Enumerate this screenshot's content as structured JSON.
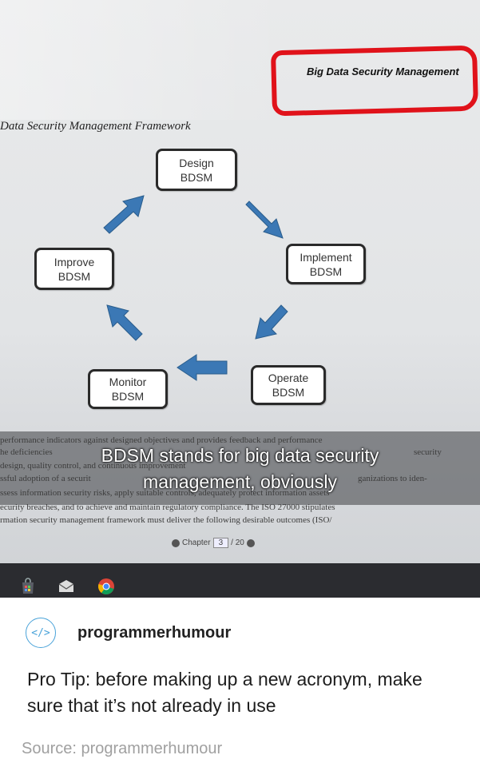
{
  "photo": {
    "header_label": "Big Data Security Management",
    "framework_title": "Data Security Management Framework",
    "nodes": {
      "design": [
        "Design",
        "BDSM"
      ],
      "implement": [
        "Implement",
        "BDSM"
      ],
      "operate": [
        "Operate",
        "BDSM"
      ],
      "monitor": [
        "Monitor",
        "BDSM"
      ],
      "improve": [
        "Improve",
        "BDSM"
      ]
    },
    "text_lines": [
      "performance indicators against designed objectives and provides feedback and performance",
      "he deficiencies",
      "design, quality control, and continuous improvement",
      "ssful adoption of a securit",
      "ssess information security risks, apply suitable controls, adequately protect information assets",
      "ecurity breaches, and to achieve and maintain regulatory compliance. The ISO 27000 stipulates",
      "rmation security management framework must deliver the following desirable outcomes (ISO/"
    ],
    "text_right_fragments": {
      "line2": "security",
      "line4": "ganizations to iden-"
    },
    "caption_line1": "BDSM stands for big data security",
    "caption_line2": "management, obviously",
    "pager": {
      "label": "Chapter",
      "current_page": "3",
      "total": "/ 20"
    },
    "arrow_color": "#3b78b5",
    "highlight_color": "#e0121a"
  },
  "post": {
    "blog_icon_glyph": "</>",
    "blog_name": "programmerhumour",
    "body": "Pro Tip: before making up a new acronym, make sure that it’s not already in use",
    "source": "Source: programmerhumour"
  }
}
